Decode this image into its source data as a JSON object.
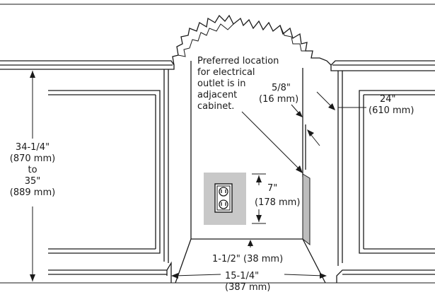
{
  "labels": {
    "height_imperial_min": "34-1/4\"",
    "height_metric_min": "(870 mm)",
    "height_to": "to",
    "height_imperial_max": "35\"",
    "height_metric_max": "(889 mm)",
    "outlet_note_1": "Preferred location",
    "outlet_note_2": "for electrical",
    "outlet_note_3": "outlet is in",
    "outlet_note_4": "adjacent",
    "outlet_note_5": "cabinet.",
    "side_gap_imperial": "5/8\"",
    "side_gap_metric": "(16 mm)",
    "depth_imperial": "24\"",
    "depth_metric": "(610 mm)",
    "outlet_height_imperial": "7\"",
    "outlet_height_metric": "(178 mm)",
    "floor_gap": "1-1/2\" (38 mm)",
    "width_imperial": "15-1/4\"",
    "width_metric": "(387 mm)"
  },
  "colors": {
    "line": "#1a1a1a",
    "outlet_box": "#c8c8c8",
    "side_panel": "#bdbdbd",
    "background": "#ffffff"
  },
  "icons": {
    "outlet": "duplex-outlet-icon"
  }
}
